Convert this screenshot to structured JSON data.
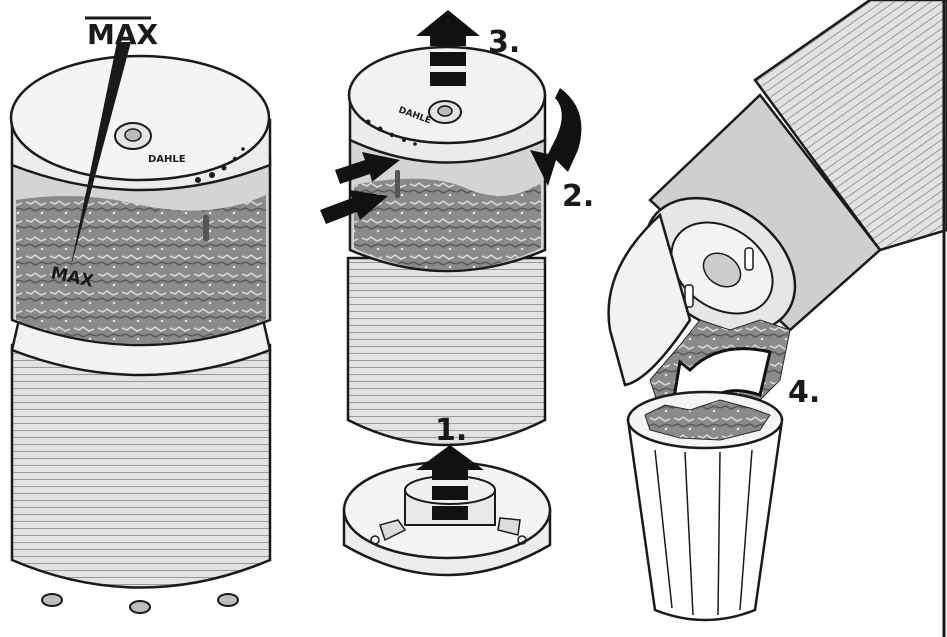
{
  "labels": {
    "max_top": "MAX",
    "max_body": "MAX",
    "brand": "DAHLE",
    "step1": "1.",
    "step2": "2.",
    "step3": "3.",
    "step4": "4."
  },
  "colors": {
    "outline": "#1a1a1a",
    "lid": "#e6e6e6",
    "body": "#dcdcdc",
    "debris": "#3a3a3a",
    "arrow": "#111111"
  }
}
